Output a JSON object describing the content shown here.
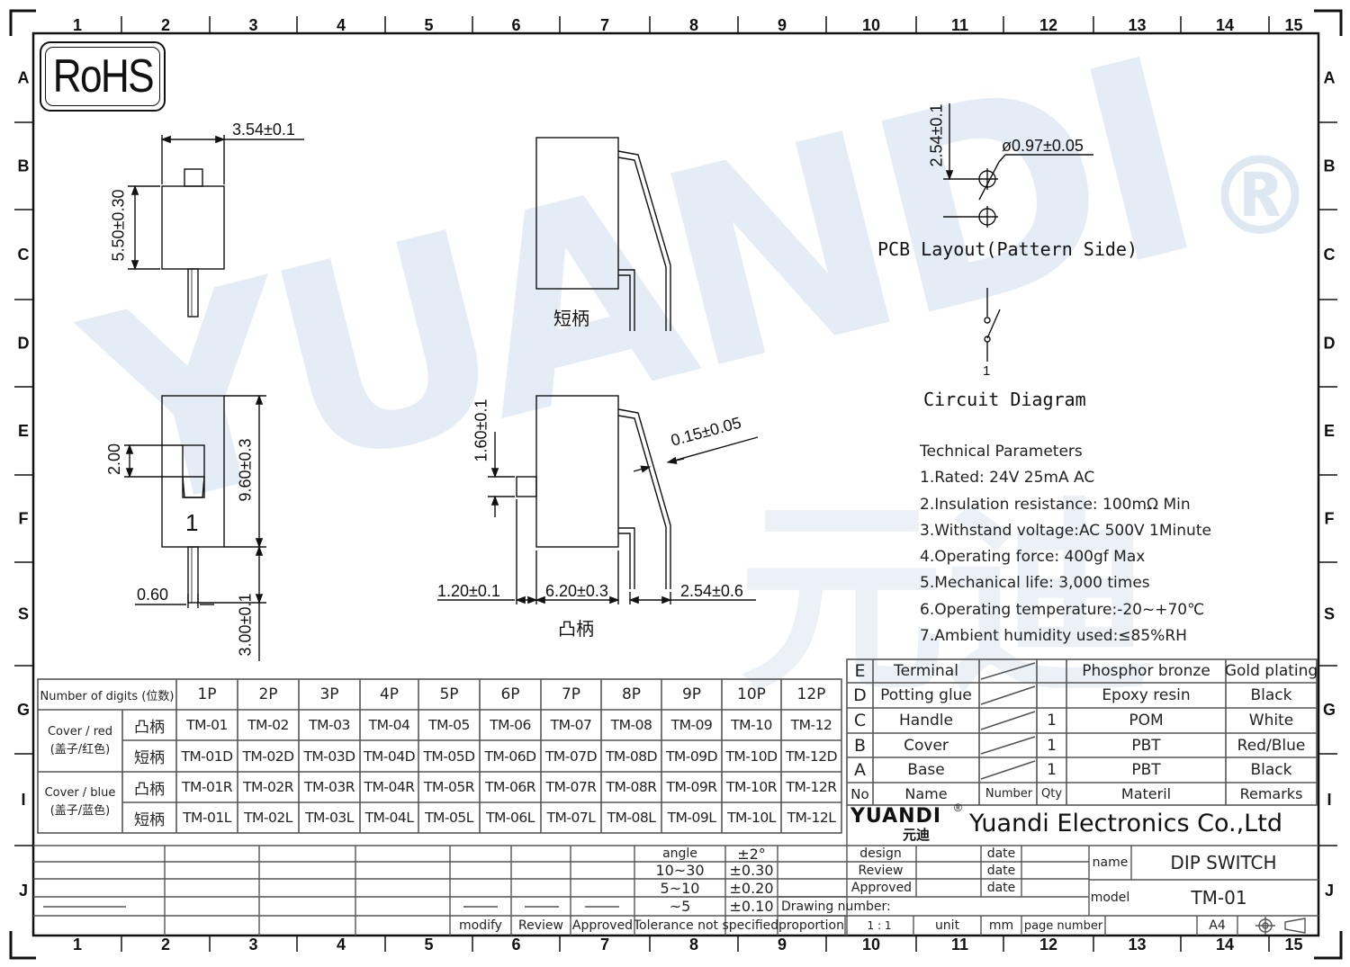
{
  "frame": {
    "col_numbers": [
      "1",
      "2",
      "3",
      "4",
      "5",
      "6",
      "7",
      "8",
      "9",
      "10",
      "11",
      "12",
      "13",
      "14",
      "15"
    ],
    "row_letters": [
      "A",
      "B",
      "C",
      "D",
      "E",
      "F",
      "S",
      "G",
      "I",
      "J"
    ]
  },
  "watermark": {
    "text": "YUANDI",
    "cjk": "元迪",
    "mark": "®"
  },
  "rohs": "RoHS",
  "dims": {
    "w354": "3.54±0.1",
    "h550": "5.50±0.30",
    "h200": "2.00",
    "h960": "9.60±0.3",
    "w060": "0.60",
    "h300": "3.00±0.1",
    "h160": "1.60±0.1",
    "t015": "0.15±0.05",
    "w120": "1.20±0.1",
    "w620": "6.20±0.3",
    "w254": "2.54±0.6",
    "p254": "2.54±0.1",
    "d097": "ø0.97±0.05",
    "pin1": "1",
    "circuit1": "1"
  },
  "labels": {
    "short_handle": "短柄",
    "raised_handle": "凸柄",
    "pcb_layout": "PCB Layout(Pattern Side)",
    "circuit": "Circuit Diagram"
  },
  "params": {
    "title": "Technical Parameters",
    "items": [
      "1.Rated: 24V 25mA AC",
      "2.Insulation resistance: 100mΩ Min",
      "3.Withstand voltage:AC 500V 1Minute",
      "4.Operating force: 400gf Max",
      "5.Mechanical life: 3,000 times",
      "6.Operating temperature:-20~+70℃",
      "7.Ambient humidity used:≤85%RH"
    ]
  },
  "models_table": {
    "header_label": "Number of digits (位数)",
    "positions": [
      "1P",
      "2P",
      "3P",
      "4P",
      "5P",
      "6P",
      "7P",
      "8P",
      "9P",
      "10P",
      "12P"
    ],
    "groups": [
      {
        "label": [
          "Cover / red",
          "(盖子/红色)"
        ],
        "rows": [
          {
            "type": "凸柄",
            "values": [
              "TM-01",
              "TM-02",
              "TM-03",
              "TM-04",
              "TM-05",
              "TM-06",
              "TM-07",
              "TM-08",
              "TM-09",
              "TM-10",
              "TM-12"
            ]
          },
          {
            "type": "短柄",
            "values": [
              "TM-01D",
              "TM-02D",
              "TM-03D",
              "TM-04D",
              "TM-05D",
              "TM-06D",
              "TM-07D",
              "TM-08D",
              "TM-09D",
              "TM-10D",
              "TM-12D"
            ]
          }
        ]
      },
      {
        "label": [
          "Cover / blue",
          "(盖子/蓝色)"
        ],
        "rows": [
          {
            "type": "凸柄",
            "values": [
              "TM-01R",
              "TM-02R",
              "TM-03R",
              "TM-04R",
              "TM-05R",
              "TM-06R",
              "TM-07R",
              "TM-08R",
              "TM-09R",
              "TM-10R",
              "TM-12R"
            ]
          },
          {
            "type": "短柄",
            "values": [
              "TM-01L",
              "TM-02L",
              "TM-03L",
              "TM-04L",
              "TM-05L",
              "TM-06L",
              "TM-07L",
              "TM-08L",
              "TM-09L",
              "TM-10L",
              "TM-12L"
            ]
          }
        ]
      }
    ]
  },
  "bom": {
    "rows": [
      {
        "id": "E",
        "name": "Terminal",
        "qty": "",
        "material": "Phosphor bronze",
        "remarks": "Gold plating"
      },
      {
        "id": "D",
        "name": "Potting glue",
        "qty": "",
        "material": "Epoxy resin",
        "remarks": "Black"
      },
      {
        "id": "C",
        "name": "Handle",
        "qty": "1",
        "material": "POM",
        "remarks": "White"
      },
      {
        "id": "B",
        "name": "Cover",
        "qty": "1",
        "material": "PBT",
        "remarks": "Red/Blue"
      },
      {
        "id": "A",
        "name": "Base",
        "qty": "1",
        "material": "PBT",
        "remarks": "Black"
      }
    ],
    "header": {
      "no": "No",
      "name": "Name",
      "number": "Number",
      "qty": "Qty",
      "material": "Materil",
      "remarks": "Remarks"
    }
  },
  "title_block": {
    "brand": "YUANDI",
    "brand_cjk": "元迪",
    "reg": "®",
    "company": "Yuandi Electronics Co.,Ltd",
    "design": "design",
    "review": "Review",
    "approved": "Approved",
    "date": "date",
    "name_label": "name",
    "name_value": "DIP SWITCH",
    "model_label": "model",
    "model_value": "TM-01",
    "drawing_number": "Drawing number:",
    "proportion": "proportion",
    "scale": "1 : 1",
    "unit": "unit",
    "mm": "mm",
    "page_number": "page number",
    "paper": "A4",
    "modify": "modify",
    "review2": "Review",
    "approved2": "Approved",
    "tolerance_title": "Tolerance not specified",
    "tolerance": [
      {
        "range": "angle",
        "value": "±2°"
      },
      {
        "range": "10~30",
        "value": "±0.30"
      },
      {
        "range": "5~10",
        "value": "±0.20"
      },
      {
        "range": "~5",
        "value": "±0.10"
      }
    ]
  }
}
